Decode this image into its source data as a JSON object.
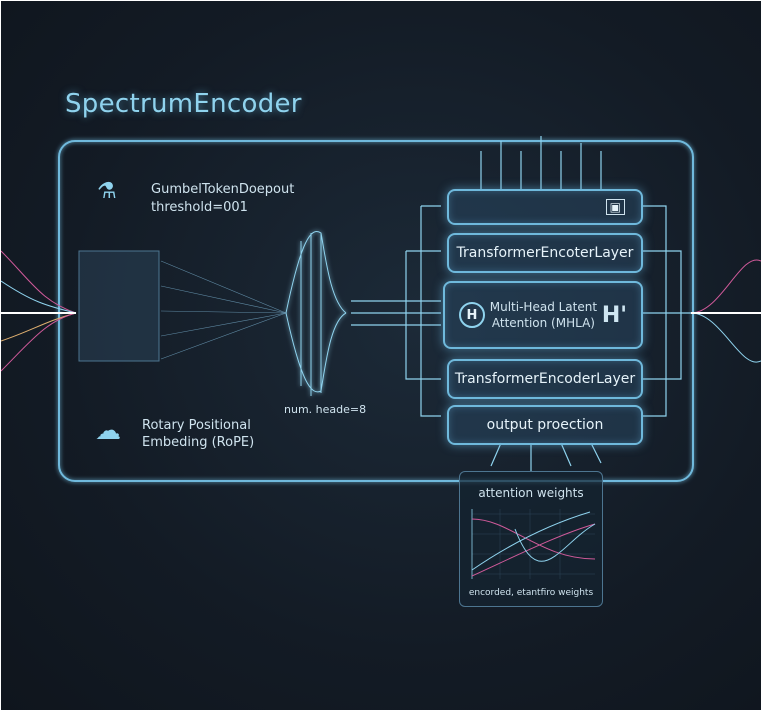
{
  "title": "SpectrumEncoder",
  "dropout": {
    "name": "GumbelTokenDoepout",
    "param": "threshold=001"
  },
  "rope": {
    "line1": "Rotary Positional",
    "line2": "Embeding (RoPE)"
  },
  "num_heads": "num. heade=8",
  "stack": {
    "layer1": "TransformerEncoterLayer",
    "mhla_line1": "Multi-Head Latent",
    "mhla_line2": "Attention (MHLA)",
    "mhla_badge_left": "H",
    "mhla_badge_right": "H'",
    "layer2": "TransformerEncoderLayer",
    "output": "output proection"
  },
  "attention_panel": {
    "title": "attention weights",
    "caption": "encorded, etantfiro weights"
  },
  "colors": {
    "accent": "#8fd3ee",
    "pink": "#d05a9a",
    "line": "#6fb9dc"
  }
}
